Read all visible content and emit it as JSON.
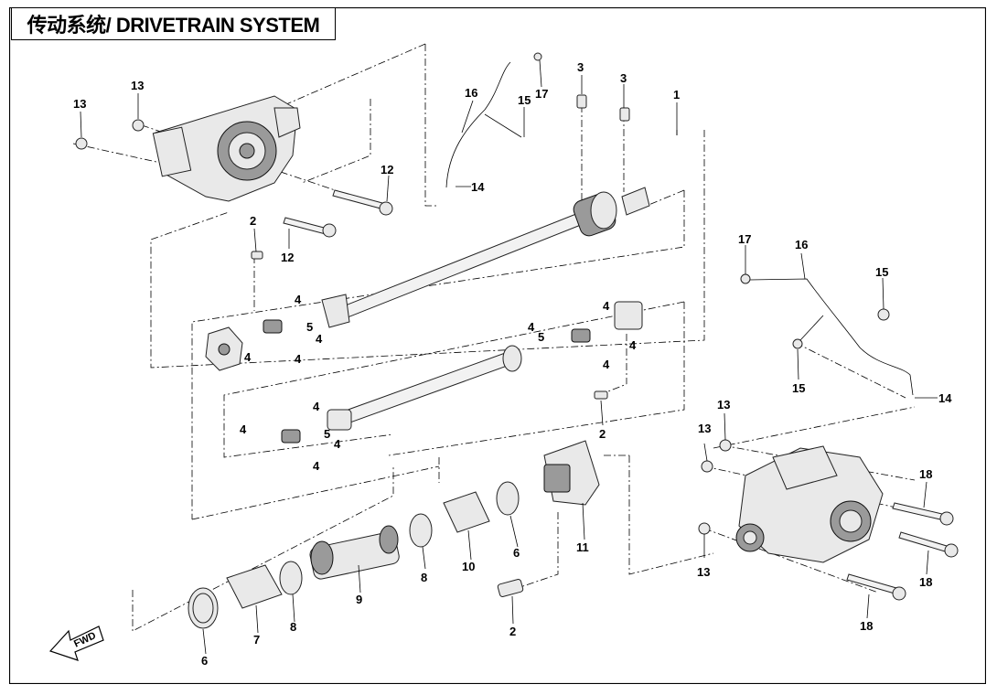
{
  "header": {
    "title": "传动系统/ DRIVETRAIN SYSTEM"
  },
  "fwd_label": "FWD",
  "callouts": [
    {
      "id": "c1",
      "label": "1"
    },
    {
      "id": "c2a",
      "label": "2"
    },
    {
      "id": "c2b",
      "label": "2"
    },
    {
      "id": "c2c",
      "label": "2"
    },
    {
      "id": "c3a",
      "label": "3"
    },
    {
      "id": "c3b",
      "label": "3"
    },
    {
      "id": "c4a",
      "label": "4"
    },
    {
      "id": "c4b",
      "label": "4"
    },
    {
      "id": "c4c",
      "label": "4"
    },
    {
      "id": "c4d",
      "label": "4"
    },
    {
      "id": "c4e",
      "label": "4"
    },
    {
      "id": "c4f",
      "label": "4"
    },
    {
      "id": "c4g",
      "label": "4"
    },
    {
      "id": "c4h",
      "label": "4"
    },
    {
      "id": "c4i",
      "label": "4"
    },
    {
      "id": "c4j",
      "label": "4"
    },
    {
      "id": "c4k",
      "label": "4"
    },
    {
      "id": "c4l",
      "label": "4"
    },
    {
      "id": "c5a",
      "label": "5"
    },
    {
      "id": "c5b",
      "label": "5"
    },
    {
      "id": "c5c",
      "label": "5"
    },
    {
      "id": "c6a",
      "label": "6"
    },
    {
      "id": "c6b",
      "label": "6"
    },
    {
      "id": "c7",
      "label": "7"
    },
    {
      "id": "c8a",
      "label": "8"
    },
    {
      "id": "c8b",
      "label": "8"
    },
    {
      "id": "c9",
      "label": "9"
    },
    {
      "id": "c10",
      "label": "10"
    },
    {
      "id": "c11",
      "label": "11"
    },
    {
      "id": "c12a",
      "label": "12"
    },
    {
      "id": "c12b",
      "label": "12"
    },
    {
      "id": "c13a",
      "label": "13"
    },
    {
      "id": "c13b",
      "label": "13"
    },
    {
      "id": "c13c",
      "label": "13"
    },
    {
      "id": "c13d",
      "label": "13"
    },
    {
      "id": "c13e",
      "label": "13"
    },
    {
      "id": "c14a",
      "label": "14"
    },
    {
      "id": "c14b",
      "label": "14"
    },
    {
      "id": "c15a",
      "label": "15"
    },
    {
      "id": "c15b",
      "label": "15"
    },
    {
      "id": "c15c",
      "label": "15"
    },
    {
      "id": "c16a",
      "label": "16"
    },
    {
      "id": "c16b",
      "label": "16"
    },
    {
      "id": "c17a",
      "label": "17"
    },
    {
      "id": "c17b",
      "label": "17"
    },
    {
      "id": "c18a",
      "label": "18"
    },
    {
      "id": "c18b",
      "label": "18"
    },
    {
      "id": "c18c",
      "label": "18"
    }
  ]
}
